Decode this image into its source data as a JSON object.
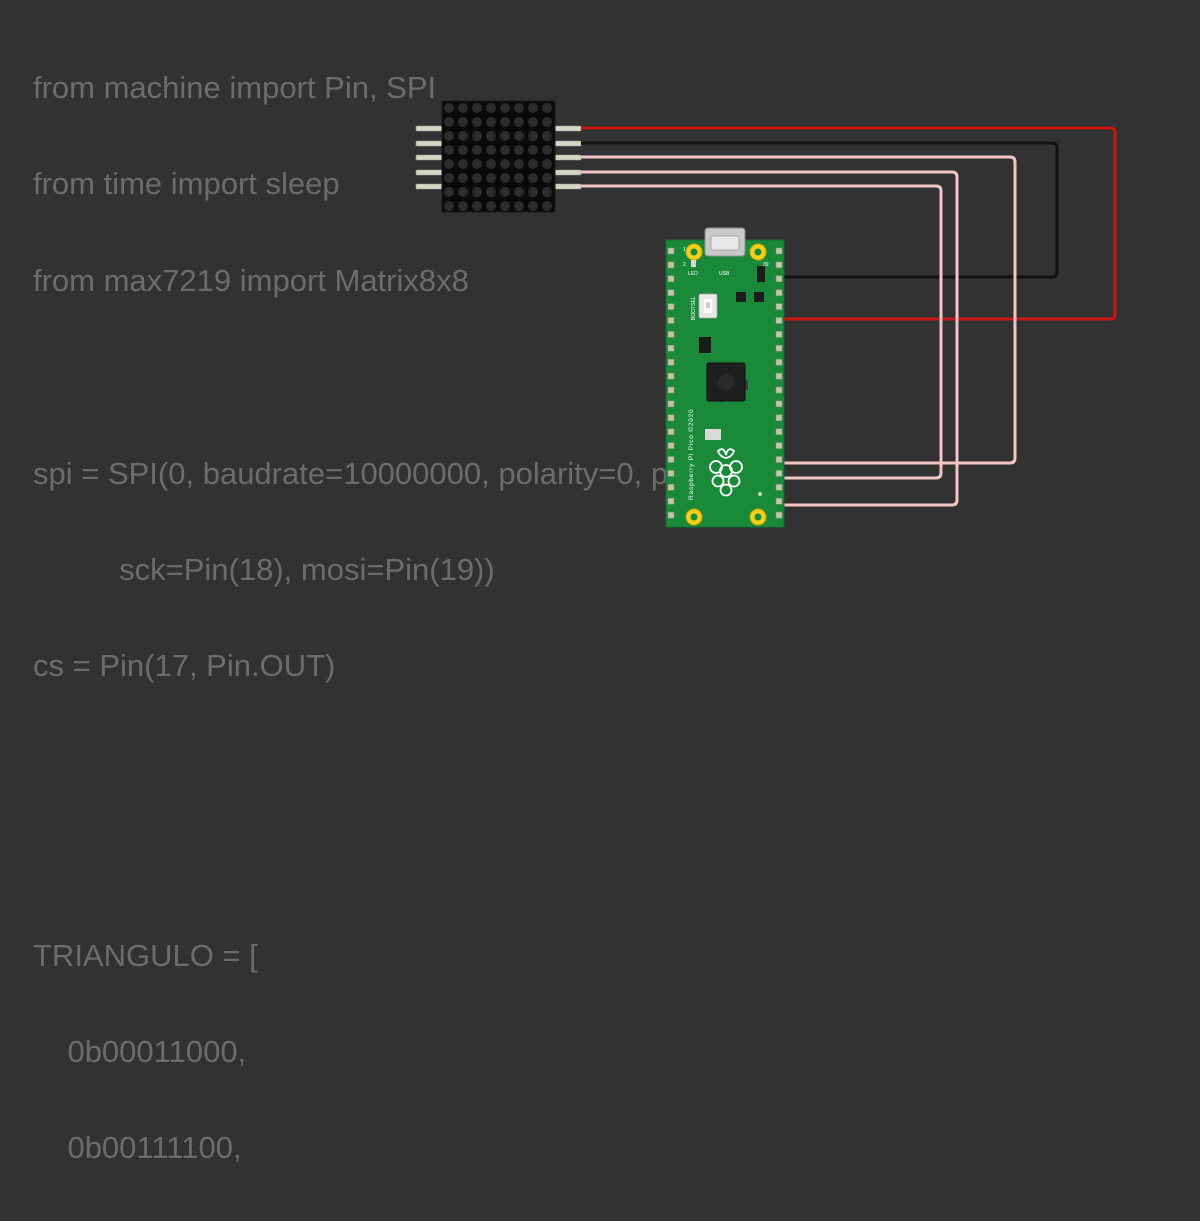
{
  "code": {
    "lines": [
      "from machine import Pin, SPI",
      "from time import sleep",
      "from max7219 import Matrix8x8",
      "",
      "spi = SPI(0, baudrate=10000000, polarity=0, phase=0,",
      "          sck=Pin(18), mosi=Pin(19))",
      "cs = Pin(17, Pin.OUT)",
      "",
      "",
      "TRIANGULO = [",
      "    0b00011000,",
      "    0b00111100,"
    ]
  },
  "board": {
    "label_led": "LED",
    "label_usb": "USB",
    "label_bootsel": "BOOTSEL",
    "label_name": "Raspberry Pi Pico ©2020",
    "pin_1": "1",
    "pin_2": "2",
    "pin_39": "39"
  },
  "wire_colors": {
    "vcc": "#cc1515",
    "gnd": "#111111",
    "signal": "#f2c6c6"
  }
}
